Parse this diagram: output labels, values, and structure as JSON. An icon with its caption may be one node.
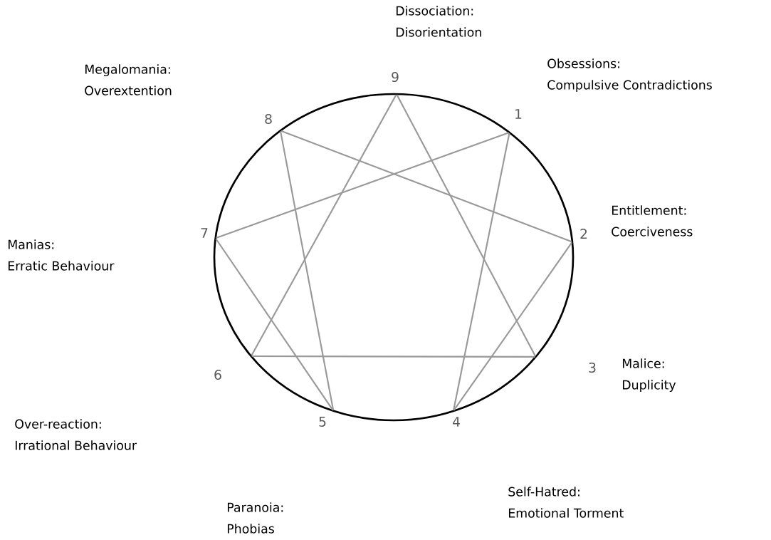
{
  "diagram": {
    "nodes": [
      {
        "text": [
          "1"
        ],
        "beside": [
          "Obsessions:",
          "Compulsive Contradictions"
        ]
      },
      {
        "text": [
          "2"
        ],
        "beside": [
          "Entitlement:",
          "Coerciveness"
        ]
      },
      {
        "text": [
          "3"
        ],
        "beside": [
          "Malice:",
          "Duplicity"
        ]
      },
      {
        "text": [
          "4"
        ],
        "beside": [
          "Self-Hatred:",
          "Emotional Torment"
        ]
      },
      {
        "text": [
          "5"
        ],
        "beside": [
          "Paranoia:",
          "Phobias"
        ]
      },
      {
        "text": [
          "6"
        ],
        "beside": [
          "Over-reaction:",
          "Irrational Behaviour"
        ]
      },
      {
        "text": [
          "7"
        ],
        "beside": [
          "Manias:",
          "Erratic Behaviour"
        ]
      },
      {
        "text": [
          "8"
        ],
        "beside": [
          "Megalomania:",
          "Overextention"
        ]
      },
      {
        "text": [
          "9"
        ],
        "beside": [
          "Dissociation:",
          "Disorientation"
        ]
      }
    ],
    "edges": [
      {
        "from": 0,
        "to": 3,
        "arrow": "none"
      },
      {
        "from": 3,
        "to": 1,
        "arrow": "none"
      },
      {
        "from": 1,
        "to": 7,
        "arrow": "none"
      },
      {
        "from": 7,
        "to": 4,
        "arrow": "none"
      },
      {
        "from": 4,
        "to": 6,
        "arrow": "none"
      },
      {
        "from": 6,
        "to": 0,
        "arrow": "none"
      },
      {
        "from": 2,
        "to": 5,
        "arrow": "none"
      },
      {
        "from": 5,
        "to": 8,
        "arrow": "none"
      },
      {
        "from": 8,
        "to": 2,
        "arrow": "none"
      }
    ]
  }
}
